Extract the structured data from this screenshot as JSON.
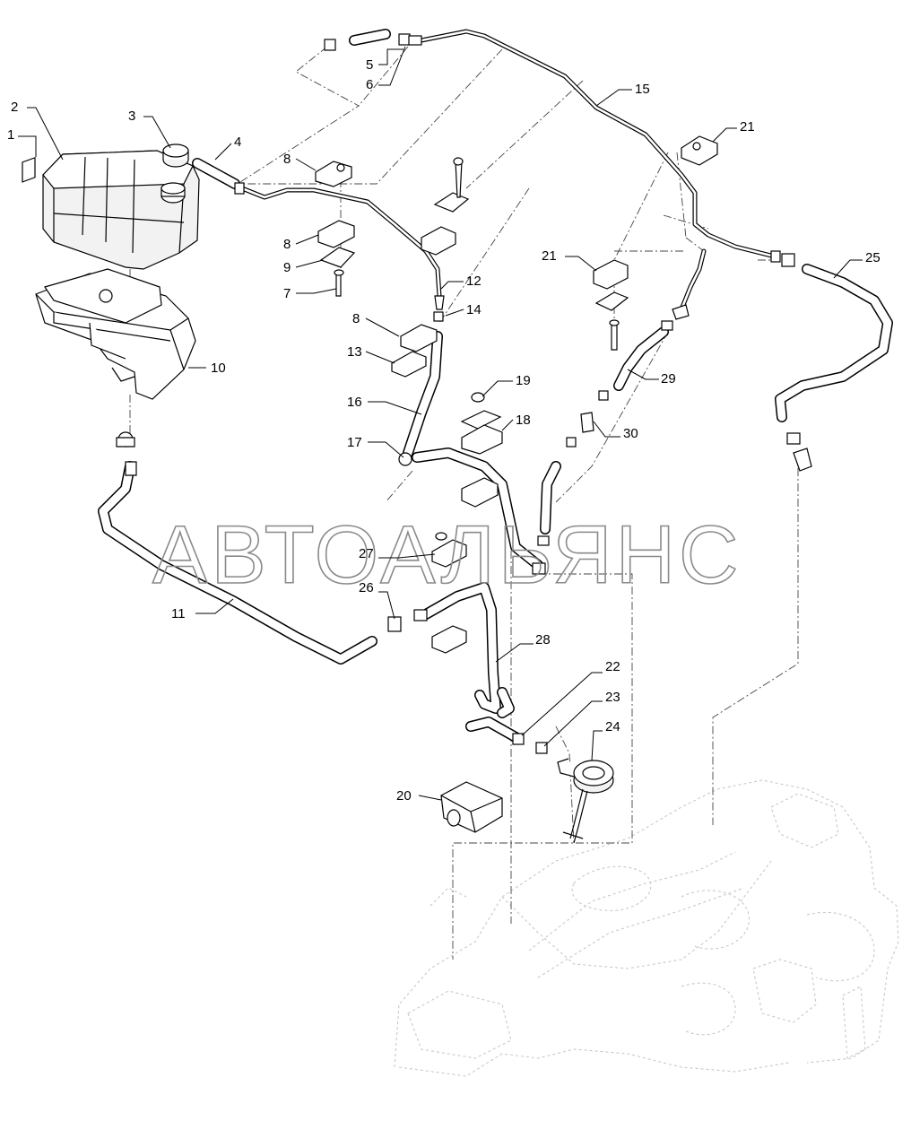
{
  "watermark": "АВТОАЛЬЯНС",
  "callouts": [
    {
      "id": "1",
      "text": "1"
    },
    {
      "id": "2",
      "text": "2"
    },
    {
      "id": "3",
      "text": "3"
    },
    {
      "id": "4",
      "text": "4"
    },
    {
      "id": "5",
      "text": "5"
    },
    {
      "id": "6",
      "text": "6"
    },
    {
      "id": "7",
      "text": "7"
    },
    {
      "id": "8a",
      "text": "8"
    },
    {
      "id": "8b",
      "text": "8"
    },
    {
      "id": "8c",
      "text": "8"
    },
    {
      "id": "9",
      "text": "9"
    },
    {
      "id": "10",
      "text": "10"
    },
    {
      "id": "11",
      "text": "11"
    },
    {
      "id": "12",
      "text": "12"
    },
    {
      "id": "13",
      "text": "13"
    },
    {
      "id": "14",
      "text": "14"
    },
    {
      "id": "15",
      "text": "15"
    },
    {
      "id": "16",
      "text": "16"
    },
    {
      "id": "17",
      "text": "17"
    },
    {
      "id": "18",
      "text": "18"
    },
    {
      "id": "19",
      "text": "19"
    },
    {
      "id": "20",
      "text": "20"
    },
    {
      "id": "21a",
      "text": "21"
    },
    {
      "id": "21b",
      "text": "21"
    },
    {
      "id": "22",
      "text": "22"
    },
    {
      "id": "23",
      "text": "23"
    },
    {
      "id": "24",
      "text": "24"
    },
    {
      "id": "25",
      "text": "25"
    },
    {
      "id": "26",
      "text": "26"
    },
    {
      "id": "27",
      "text": "27"
    },
    {
      "id": "28",
      "text": "28"
    },
    {
      "id": "29",
      "text": "29"
    },
    {
      "id": "30",
      "text": "30"
    }
  ]
}
